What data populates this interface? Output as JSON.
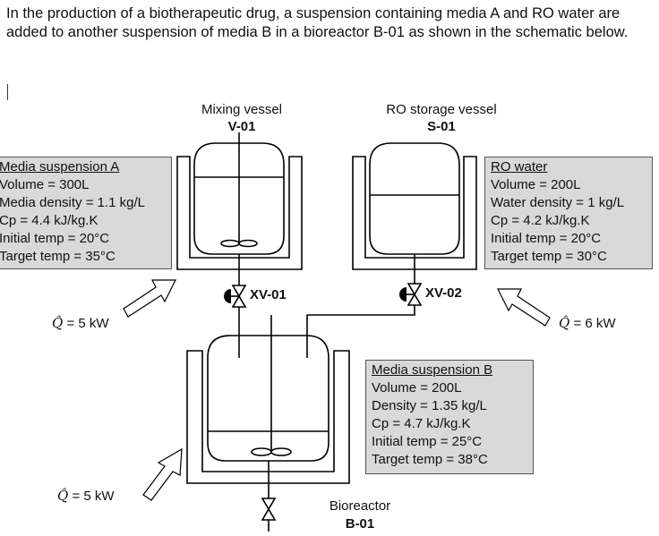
{
  "intro": "In the production of a biotherapeutic drug, a suspension containing media A and RO water are added to another suspension of media B in a bioreactor B-01 as shown in the schematic below.",
  "mixing_vessel": {
    "name": "Mixing vessel",
    "tag": "V-01"
  },
  "ro_vessel": {
    "name": "RO storage vessel",
    "tag": "S-01"
  },
  "bioreactor": {
    "name": "Bioreactor",
    "tag": "B-01"
  },
  "media_a": {
    "heading": "Media suspension A",
    "lines": [
      "Volume = 300L",
      "Media density = 1.1 kg/L",
      "Cp = 4.4 kJ/kg.K",
      "Initial temp = 20°C",
      "Target temp = 35°C"
    ]
  },
  "ro_water": {
    "heading": "RO water",
    "lines": [
      "Volume = 200L",
      "Water density = 1 kg/L",
      "Cp = 4.2 kJ/kg.K",
      "Initial temp = 20°C",
      "Target temp = 30°C"
    ]
  },
  "media_b": {
    "heading": "Media suspension B",
    "lines": [
      "Volume = 200L",
      "Density = 1.35 kg/L",
      "Cp = 4.7 kJ/kg.K",
      "Initial temp = 25°C",
      "Target temp = 38°C"
    ]
  },
  "valves": {
    "xv01": "XV-01",
    "xv02": "XV-02"
  },
  "heat": {
    "symbol": "Q̂",
    "q_a": " = 5 kW",
    "q_ro": " = 6 kW",
    "q_b": " = 5 kW"
  }
}
